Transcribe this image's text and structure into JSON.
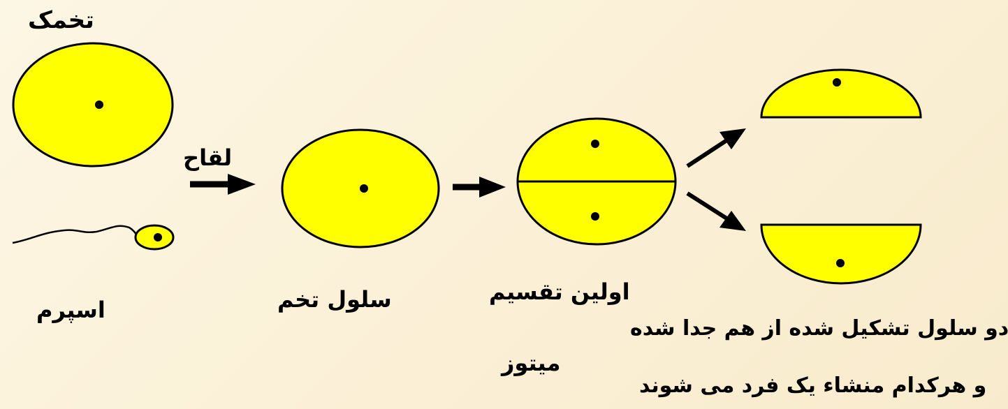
{
  "labels": {
    "egg": "تخمک",
    "fertilization": "لقاح",
    "sperm": "اسپرم",
    "zygote": "سلول تخم",
    "first_division": "اولین تقسیم",
    "mitosis": "میتوز",
    "result_line1": "دو سلول تشکیل شده از هم جدا شده",
    "result_line2": "و هرکدام منشاء یک فرد می شوند"
  },
  "colors": {
    "cell_fill": "#ffff00",
    "outline": "#000000",
    "background": "#fbf1d9"
  }
}
